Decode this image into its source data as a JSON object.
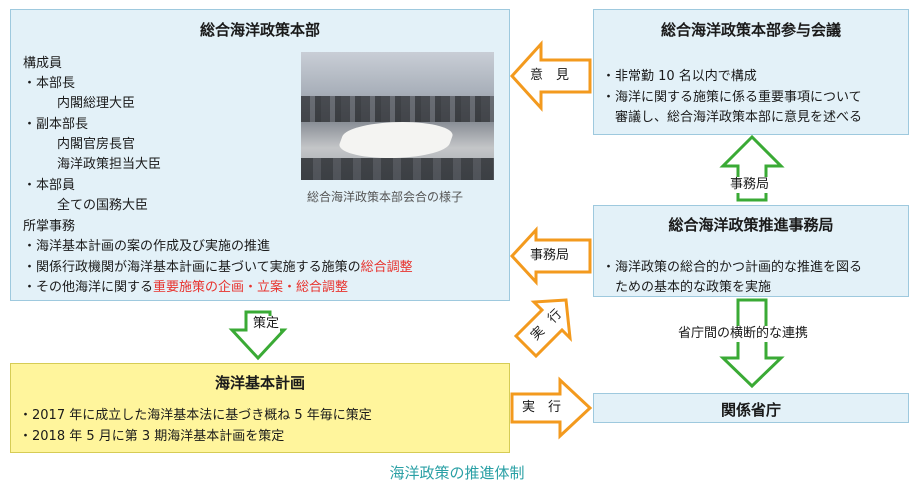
{
  "headquarters": {
    "title": "総合海洋政策本部",
    "members_heading": "構成員",
    "chief_label": "・本部長",
    "chief_name": "内閣総理大臣",
    "vice_label": "・副本部長",
    "vice_1": "内閣官房長官",
    "vice_2": "海洋政策担当大臣",
    "member_label": "・本部員",
    "member_name": "全ての国務大臣",
    "affairs_heading": "所掌事務",
    "affair_1": "・海洋基本計画の案の作成及び実施の推進",
    "affair_2_prefix": "・関係行政機関が海洋基本計画に基づいて実施する施策の",
    "affair_2_highlight": "総合調整",
    "affair_3_prefix": "・その他海洋に関する",
    "affair_3_highlight": "重要施策の企画・立案・総合調整",
    "photo_caption": "総合海洋政策本部会合の様子"
  },
  "council": {
    "title": "総合海洋政策本部参与会議",
    "line_1": "・非常勤 10 名以内で構成",
    "line_2": "・海洋に関する施策に係る重要事項について",
    "line_3": "審議し、総合海洋政策本部に意見を述べる"
  },
  "secretariat": {
    "title": "総合海洋政策推進事務局",
    "line_1": "・海洋政策の総合的かつ計画的な推進を図る",
    "line_2": "ための基本的な政策を実施"
  },
  "plan": {
    "title": "海洋基本計画",
    "line_1": "・2017 年に成立した海洋基本法に基づき概ね 5 年毎に策定",
    "line_2": "・2018 年 5 月に第 3 期海洋基本計画を策定"
  },
  "ministries": {
    "title": "関係省庁"
  },
  "arrows": {
    "opinion": "意　見",
    "secretariat_up": "事務局",
    "secretariat_left": "事務局",
    "establish": "策定",
    "implement_diag_1": "実",
    "implement_diag_2": "行",
    "implement_right": "実　行",
    "cross_ministry": "省庁間の横断的な連携"
  },
  "caption": "海洋政策の推進体制",
  "colors": {
    "box_blue": "#e3f1f8",
    "box_yellow": "#fff59c",
    "arrow_green": "#3aaa35",
    "arrow_orange": "#f39a1e",
    "highlight_red": "#e8332e",
    "caption_teal": "#2aa0a5"
  }
}
